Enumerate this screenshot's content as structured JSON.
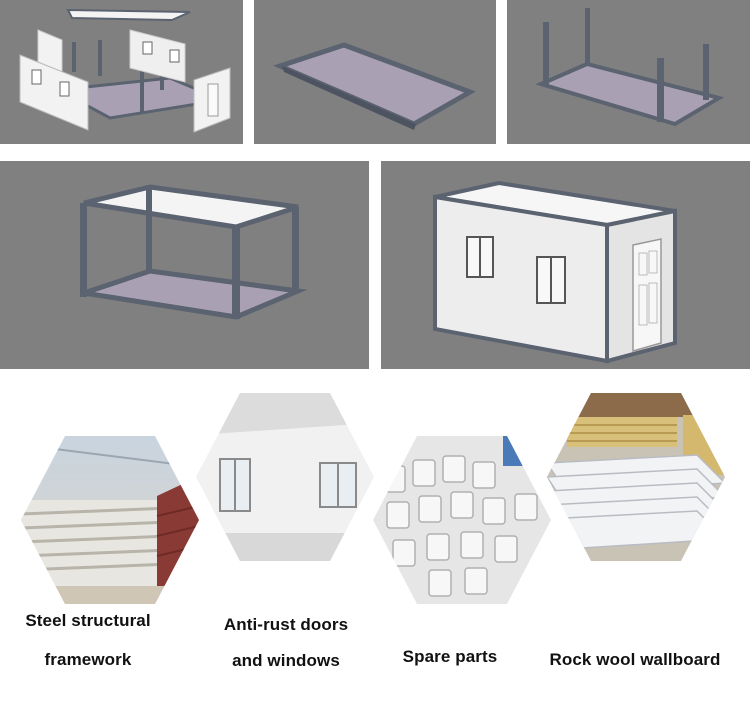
{
  "captions": {
    "steel": {
      "line1": "Steel structural",
      "line2": "framework"
    },
    "doors": {
      "line1": "Anti-rust doors",
      "line2": "and windows"
    },
    "spare": {
      "line1": "Spare parts"
    },
    "rockwool": {
      "line1": "Rock wool wallboard"
    }
  },
  "colors": {
    "panel_background": "#808080",
    "frame": "#5b6270",
    "floor": "#a9a1b3",
    "wall": "#f2f2f2"
  },
  "icons": [
    "exploded-container-illustration",
    "container-floor-illustration",
    "container-floor-with-posts-illustration",
    "container-frame-illustration",
    "assembled-container-illustration"
  ]
}
